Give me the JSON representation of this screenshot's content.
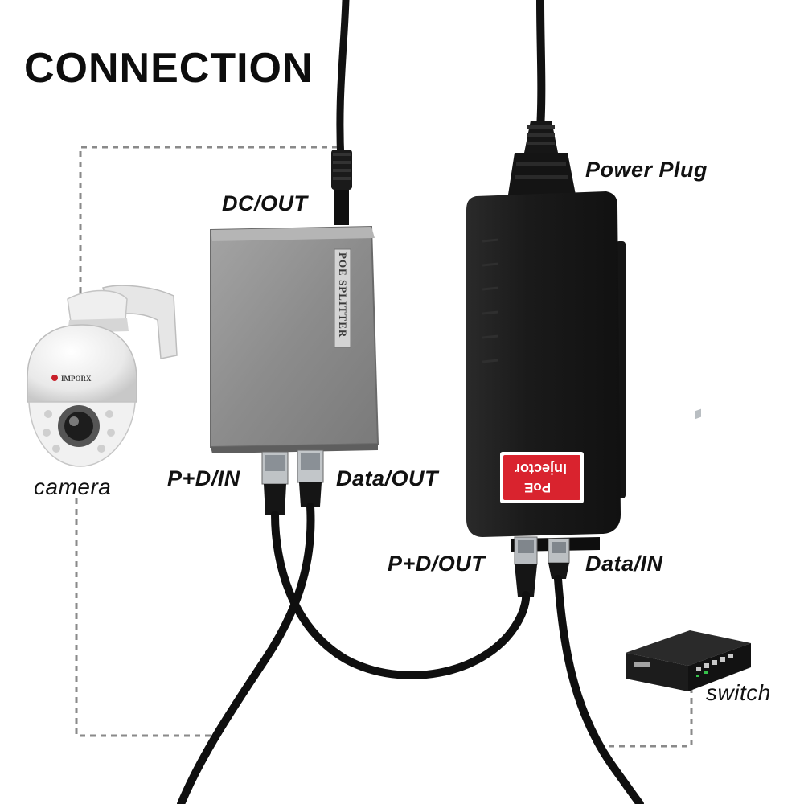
{
  "title": "CONNECTION",
  "labels": {
    "dc_out": "DC/OUT",
    "power_plug": "Power Plug",
    "camera": "camera",
    "pd_in": "P+D/IN",
    "data_out": "Data/OUT",
    "pd_out": "P+D/OUT",
    "data_in": "Data/IN",
    "switch": "switch"
  },
  "devices": {
    "splitter_label": "POE SPLITTER",
    "injector_tag_line1": "PoE",
    "injector_tag_line2": "Injector",
    "camera_brand": "IMPORX"
  },
  "colors": {
    "splitter_body": "#8e8e8e",
    "injector_body": "#1c1c1c",
    "injector_tag": "#d9232e",
    "cable": "#111111",
    "dashed_line": "#8a8a8a"
  }
}
